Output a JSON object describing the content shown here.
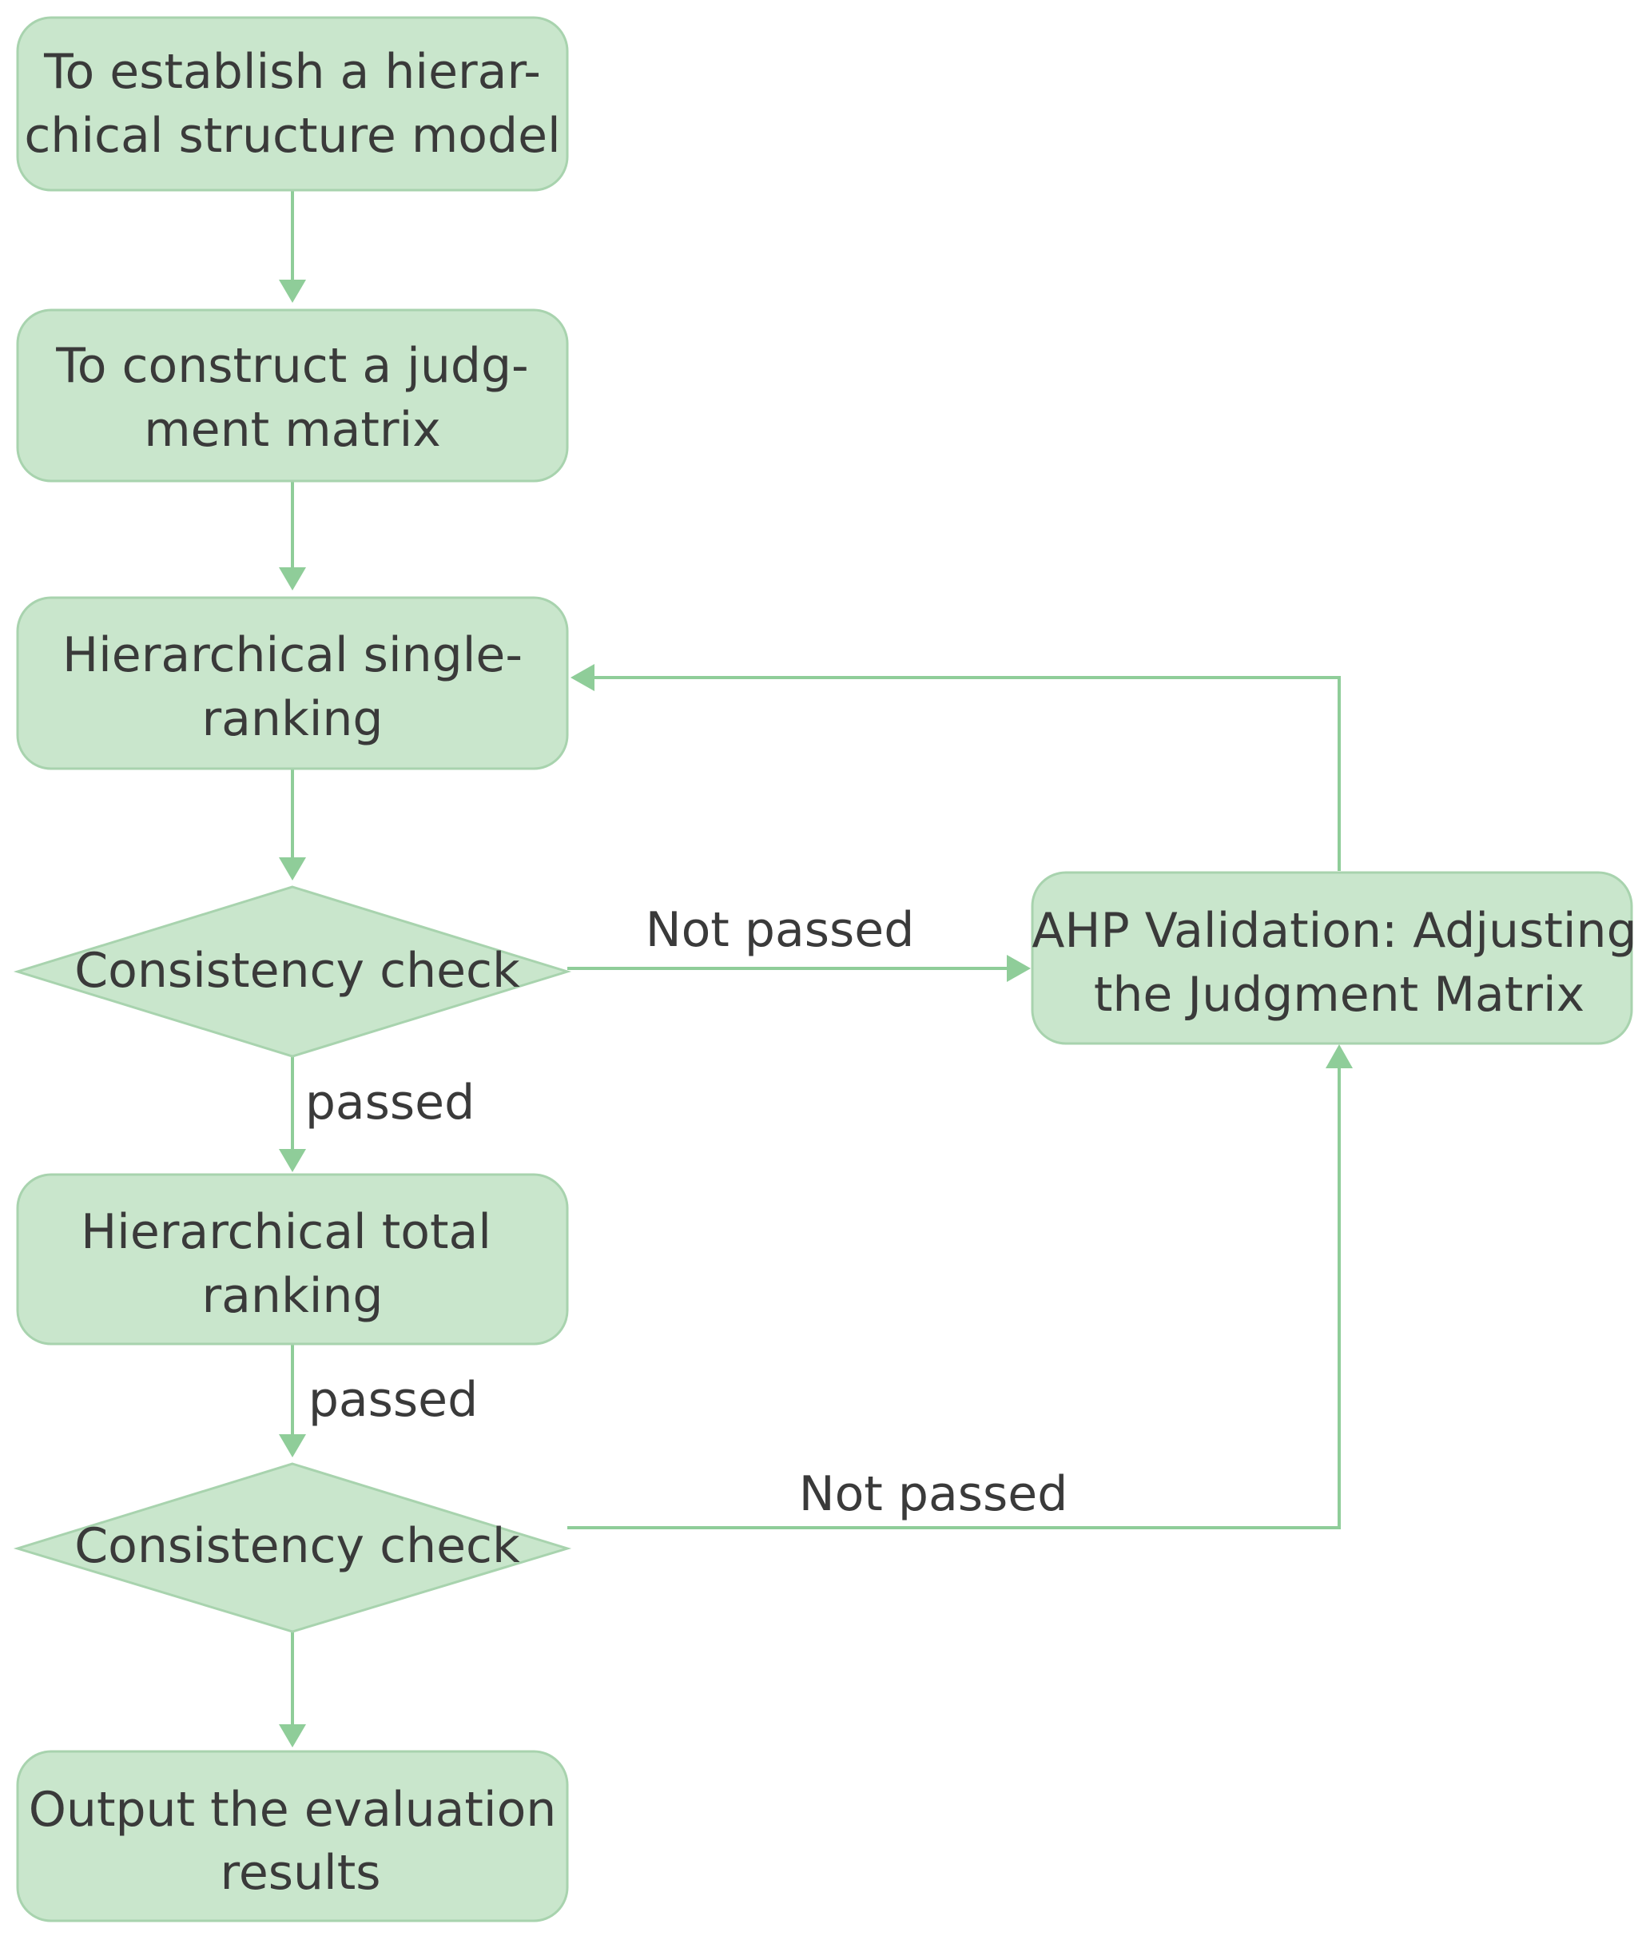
{
  "nodes": {
    "establish": {
      "line1": "To establish a hierar-",
      "line2": "chical structure model"
    },
    "construct": {
      "line1": "To construct a judg-",
      "line2": "ment matrix"
    },
    "single_ranking": {
      "line1": "Hierarchical single-",
      "line2": "ranking"
    },
    "check1": {
      "label": "Consistency check"
    },
    "adjust": {
      "line1": "AHP Validation: Adjusting",
      "line2": "the  Judgment Matrix"
    },
    "total_ranking": {
      "line1": "Hierarchical total",
      "line2": "ranking"
    },
    "check2": {
      "label": "Consistency check"
    },
    "output": {
      "line1": "Output the evaluation",
      "line2": "results"
    }
  },
  "edges": {
    "check1_passed": "passed",
    "total_passed": "passed",
    "check1_not_passed": "Not passed",
    "check2_not_passed": "Not passed"
  },
  "colors": {
    "node_fill": "#c9e6cc",
    "node_stroke": "#a8d3ae",
    "edge": "#8fcd99",
    "text": "#3a3a3a"
  }
}
